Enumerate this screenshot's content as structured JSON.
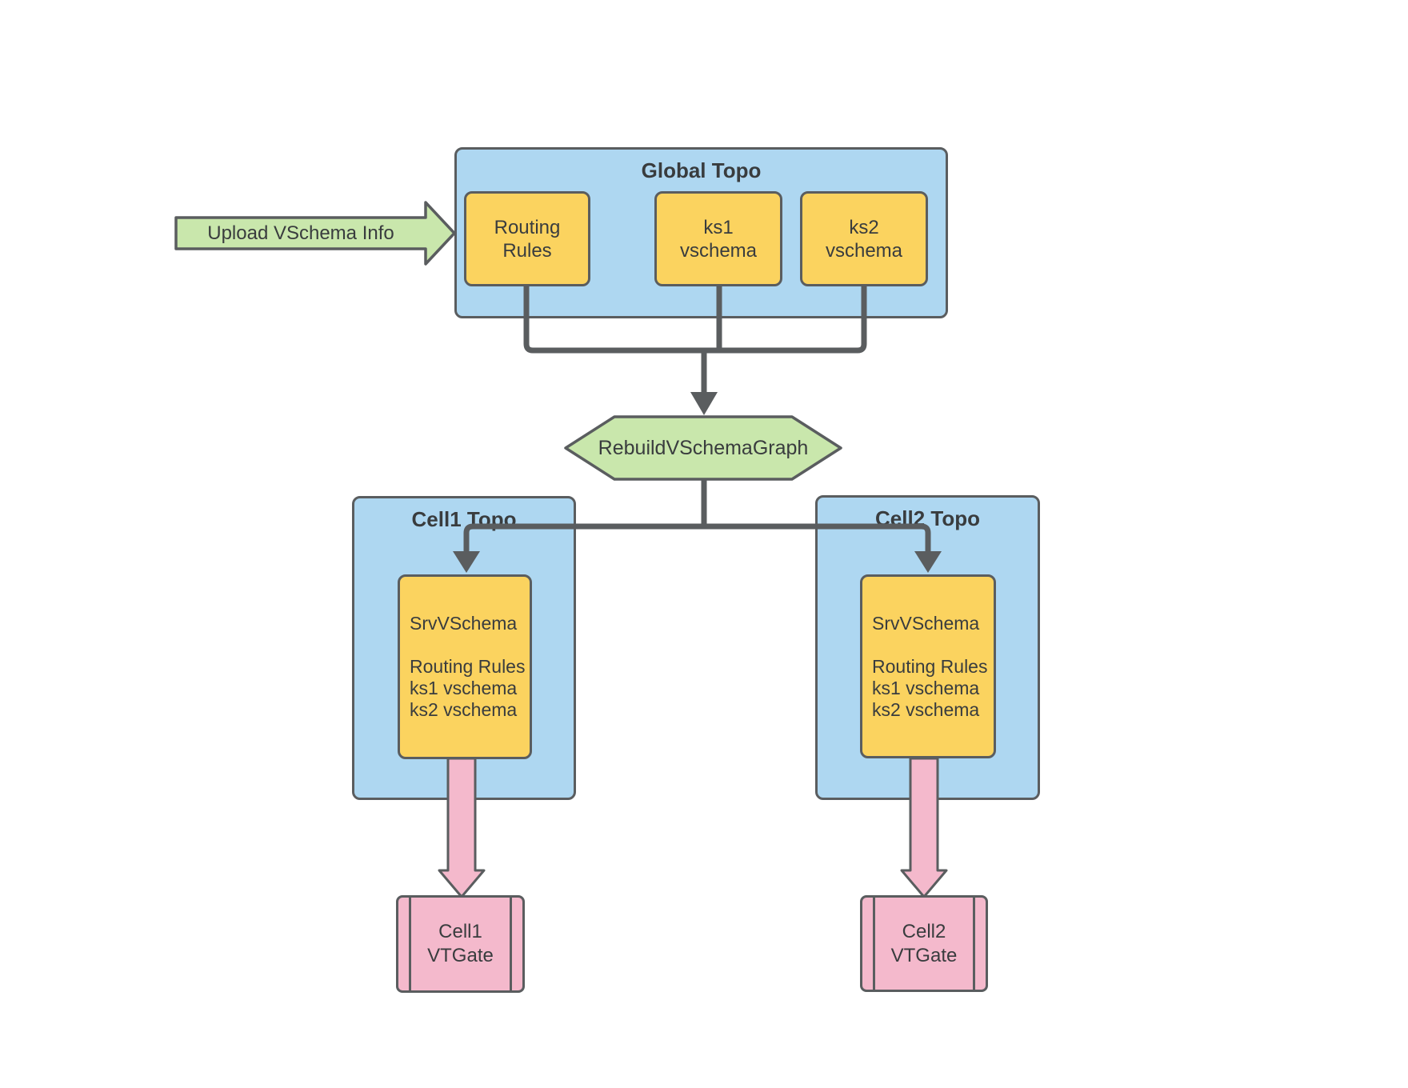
{
  "colors": {
    "container_blue": "#AED7F1",
    "node_yellow": "#FBD35F",
    "accent_green": "#C9E7AC",
    "accent_pink": "#F4B9CC",
    "line_gray": "#5A5D5F"
  },
  "upload_arrow": {
    "label": "Upload VSchema Info"
  },
  "global_topo": {
    "title": "Global Topo",
    "routing_rules": {
      "line1": "Routing",
      "line2": "Rules"
    },
    "ks1": {
      "line1": "ks1",
      "line2": "vschema"
    },
    "ks2": {
      "line1": "ks2",
      "line2": "vschema"
    }
  },
  "rebuild": {
    "label": "RebuildVSchemaGraph"
  },
  "cell1": {
    "title": "Cell1 Topo",
    "srv_vschema": {
      "lines": [
        "SrvVSchema",
        "",
        "Routing Rules",
        "ks1 vschema",
        "ks2 vschema"
      ]
    },
    "vtgate": {
      "line1": "Cell1",
      "line2": "VTGate"
    }
  },
  "cell2": {
    "title": "Cell2 Topo",
    "srv_vschema": {
      "lines": [
        "SrvVSchema",
        "",
        "Routing Rules",
        "ks1 vschema",
        "ks2 vschema"
      ]
    },
    "vtgate": {
      "line1": "Cell2",
      "line2": "VTGate"
    }
  }
}
